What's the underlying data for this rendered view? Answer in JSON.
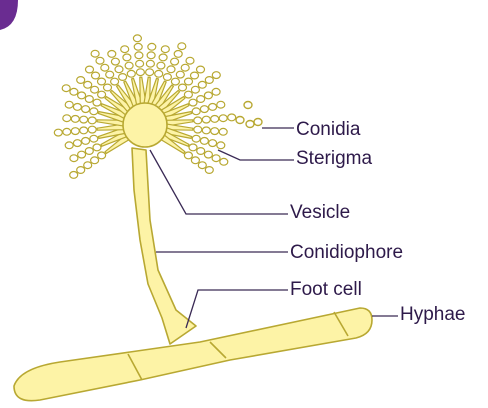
{
  "labels": {
    "conidia": "Conidia",
    "sterigma": "Sterigma",
    "vesicle": "Vesicle",
    "conidiophore": "Conidiophore",
    "foot_cell": "Foot cell",
    "hyphae": "Hyphae"
  },
  "colors": {
    "cell_fill": "#fdf3a6",
    "outline": "#b8a832",
    "leader_line": "#3a2a55",
    "corner_badge": "#6a2c91"
  }
}
